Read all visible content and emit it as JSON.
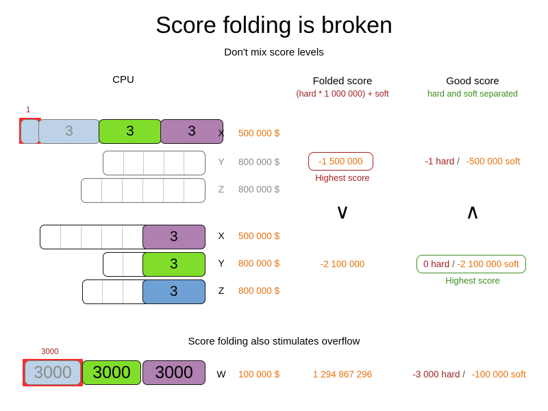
{
  "title": "Score folding is broken",
  "subtitle": "Don't mix score levels",
  "overflow_subtitle": "Score folding also stimulates overflow",
  "colors": {
    "hard_red": "#A32020",
    "soft_orange": "#E8700A",
    "good_green": "#3E8C1E",
    "highlight_red": "#FF2A2A",
    "seg_green": "#80DE2A",
    "seg_purple": "#AF80B0",
    "seg_blue": "#6FA1D4",
    "seg_lightblue": "#BDD2E6"
  },
  "headers": {
    "cpu": "CPU",
    "folded": "Folded score",
    "folded_formula": "(hard * 1 000 000) + soft",
    "good": "Good score",
    "good_formula": "hard and soft separated"
  },
  "group1": {
    "red_badge": "1",
    "rows": [
      {
        "letter": "X",
        "cost": "500 000 $",
        "seg_values": [
          "3",
          "3",
          "3"
        ]
      },
      {
        "letter": "Y",
        "cost": "800 000 $",
        "seg_values": []
      },
      {
        "letter": "Z",
        "cost": "800 000 $",
        "seg_values": []
      }
    ],
    "folded_score": "-1 500 000",
    "folded_caption": "Highest score",
    "good_hard": "-1 hard",
    "good_separator": "/",
    "good_soft": "-500 000 soft"
  },
  "group2": {
    "rows": [
      {
        "letter": "X",
        "cost": "500 000 $",
        "seg_value": "3"
      },
      {
        "letter": "Y",
        "cost": "800 000 $",
        "seg_value": "3"
      },
      {
        "letter": "Z",
        "cost": "800 000 $",
        "seg_value": "3"
      }
    ],
    "folded_score": "-2 100 000",
    "good_hard": "0 hard",
    "good_separator": "/",
    "good_soft": "-2 100 000 soft",
    "good_caption": "Highest score"
  },
  "comparison": {
    "folded_symbol": "∨",
    "good_symbol": "∧"
  },
  "group3": {
    "red_badge": "3000",
    "row": {
      "letter": "W",
      "cost": "100 000 $",
      "seg_values": [
        "3000",
        "3000",
        "3000"
      ]
    },
    "folded_score": "1 294 867 296",
    "good_hard": "-3 000 hard",
    "good_separator": "/",
    "good_soft": "-100 000 soft"
  }
}
